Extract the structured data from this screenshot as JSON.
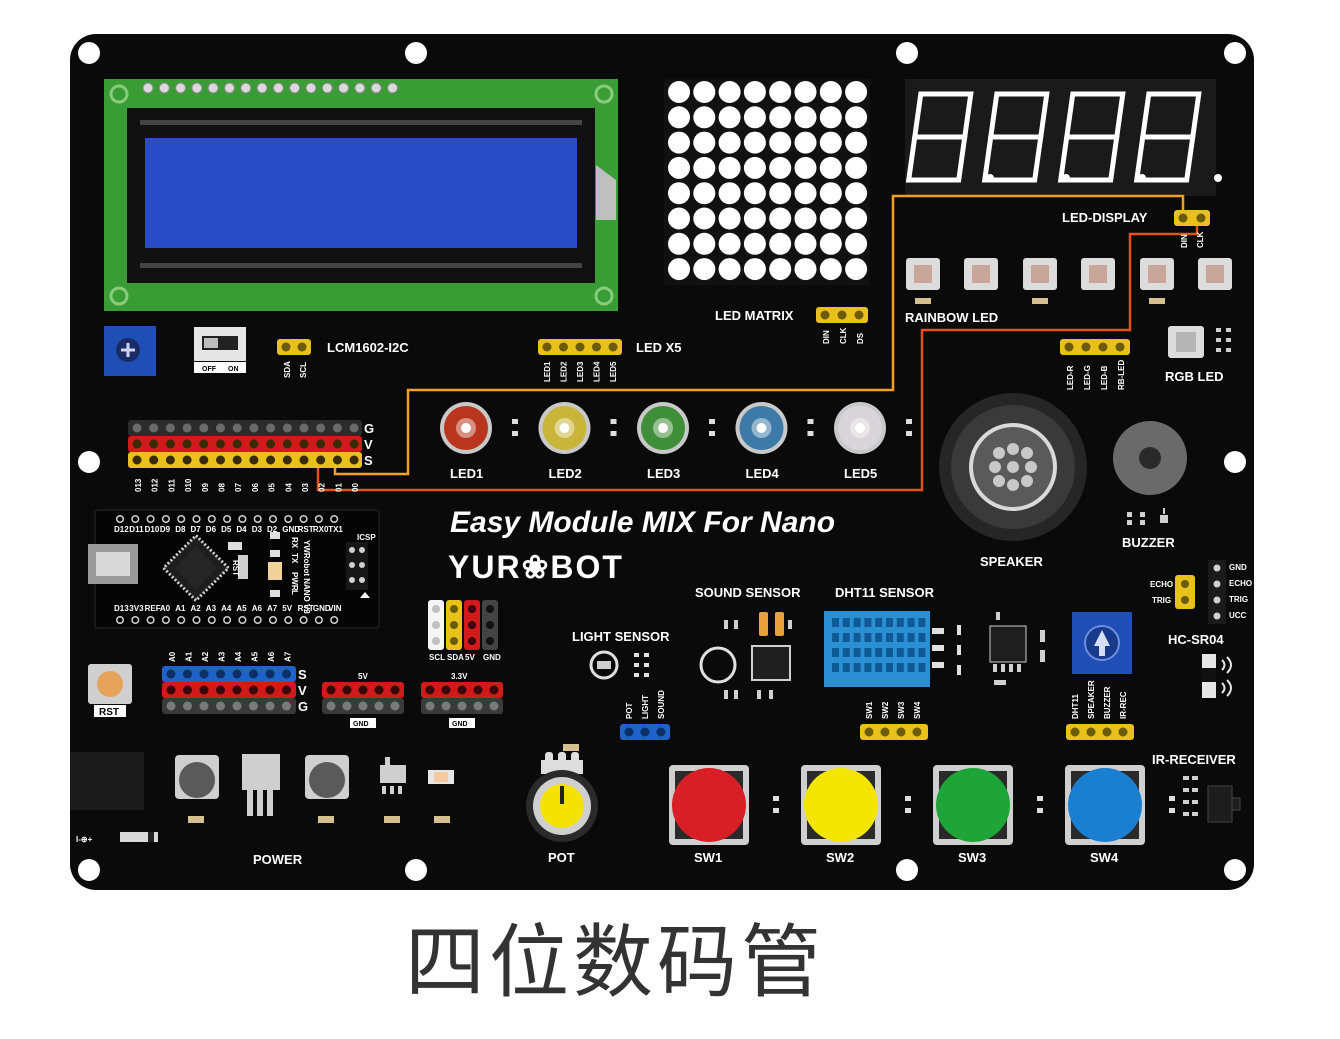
{
  "board": {
    "title": "Easy Module MIX For Nano",
    "brand": "YUR❀BOT",
    "colors": {
      "board": "#0a0a0a",
      "header_yellow": "#e8c21a",
      "header_red": "#d11a1a",
      "header_blue": "#1f63c9",
      "wire_orange": "#f0a020",
      "wire_red": "#e3521c",
      "lcd_green": "#3a9c34",
      "lcd_blue": "#2a4bc7"
    }
  },
  "lcd": {
    "label": "LCM1602-I2C",
    "pins": [
      "SDA",
      "SCL"
    ],
    "switch_labels": [
      "OFF",
      "ON"
    ]
  },
  "led_matrix": {
    "label": "LED MATRIX",
    "pins": [
      "DIN",
      "CLK",
      "DS"
    ]
  },
  "led_display": {
    "label": "LED-DISPLAY",
    "pins": [
      "DIN",
      "CLK"
    ],
    "digits": "8.8.8.8."
  },
  "rainbow_led": {
    "label": "RAINBOW LED"
  },
  "rgb_led": {
    "label": "RGB LED",
    "pins": [
      "LED-R",
      "LED-G",
      "LED-B",
      "RB-LED"
    ]
  },
  "led_x5": {
    "label": "LED X5",
    "pins": [
      "LED1",
      "LED2",
      "LED3",
      "LED4",
      "LED5"
    ]
  },
  "leds": [
    {
      "label": "LED1",
      "color": "#b8361e"
    },
    {
      "label": "LED2",
      "color": "#c9b53a"
    },
    {
      "label": "LED3",
      "color": "#3f8f3a"
    },
    {
      "label": "LED4",
      "color": "#3d7aa8"
    },
    {
      "label": "LED5",
      "color": "#d9d4d8"
    }
  ],
  "digital_header": {
    "rows": [
      "G",
      "V",
      "S"
    ],
    "pins": [
      "013",
      "012",
      "011",
      "010",
      "09",
      "08",
      "07",
      "06",
      "05",
      "04",
      "03",
      "02",
      "01",
      "00"
    ]
  },
  "analog_header": {
    "rows": [
      "S",
      "V",
      "G"
    ],
    "pins": [
      "A0",
      "A1",
      "A2",
      "A3",
      "A4",
      "A5",
      "A6",
      "A7"
    ]
  },
  "nano": {
    "top_pins": [
      "D12",
      "D11",
      "D10",
      "D9",
      "D8",
      "D7",
      "D6",
      "D5",
      "D4",
      "D3",
      "D2",
      "GND",
      "RST",
      "RX0",
      "TX1"
    ],
    "bottom_pins": [
      "D13",
      "3V3",
      "REF",
      "A0",
      "A1",
      "A2",
      "A3",
      "A4",
      "A5",
      "A6",
      "A7",
      "5V",
      "RST",
      "GND",
      "VIN"
    ],
    "led_labels": [
      "RX",
      "TX",
      "PWR",
      "L"
    ],
    "icsp": "ICSP",
    "model": "YWRobot NANO V3",
    "rst": "RST"
  },
  "i2c_header": {
    "pins": [
      "SCL",
      "SDA",
      "5V",
      "GND"
    ]
  },
  "power_headers": {
    "labels": [
      "5V",
      "3.3V"
    ],
    "gnd": [
      "GND",
      "GND"
    ]
  },
  "rst_button": {
    "label": "RST"
  },
  "power": {
    "label": "POWER",
    "jack_symbol": "I-⊕+"
  },
  "speaker": {
    "label": "SPEAKER"
  },
  "buzzer": {
    "label": "BUZZER"
  },
  "hc_sr04": {
    "label": "HC-SR04",
    "pins_left": [
      "ECHO",
      "TRIG"
    ],
    "pins_right": [
      "GND",
      "ECHO",
      "TRIG",
      "UCC"
    ]
  },
  "light_sensor": {
    "label": "LIGHT SENSOR"
  },
  "sound_sensor": {
    "label": "SOUND SENSOR"
  },
  "dht11": {
    "label": "DHT11 SENSOR"
  },
  "sensor_header": {
    "pins": [
      "POT",
      "LIGHT",
      "SOUND"
    ]
  },
  "sw_header": {
    "pins": [
      "SW1",
      "SW2",
      "SW3",
      "SW4"
    ]
  },
  "misc_header": {
    "pins": [
      "DHT11",
      "SPEAKER",
      "BUZZER",
      "IR-REC"
    ]
  },
  "ir_receiver": {
    "label": "IR-RECEIVER"
  },
  "pot": {
    "label": "POT"
  },
  "switches": [
    {
      "label": "SW1",
      "color": "#d81f26"
    },
    {
      "label": "SW2",
      "color": "#f3e500"
    },
    {
      "label": "SW3",
      "color": "#1fa437"
    },
    {
      "label": "SW4",
      "color": "#1b7fd1"
    }
  ],
  "caption": "四位数码管"
}
